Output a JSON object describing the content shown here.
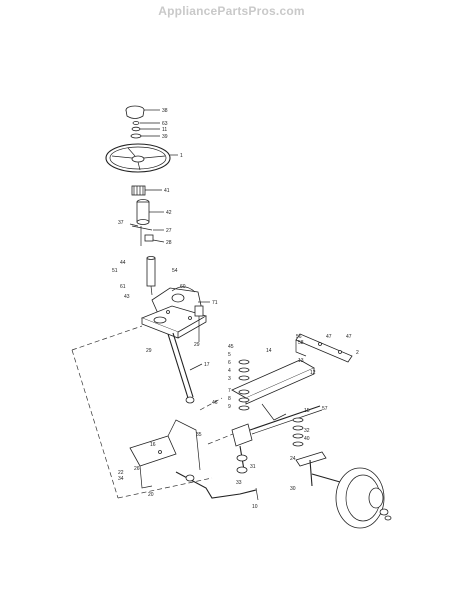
{
  "watermark": "AppliancePartsPros.com",
  "callouts": [
    "38",
    "63",
    "11",
    "39",
    "1",
    "41",
    "42",
    "37",
    "27",
    "28",
    "44",
    "51",
    "54",
    "61",
    "60",
    "43",
    "71",
    "29",
    "17",
    "45",
    "5",
    "6",
    "4",
    "3",
    "7",
    "8",
    "9",
    "46",
    "57",
    "13",
    "47",
    "2",
    "12",
    "14",
    "15",
    "32",
    "40",
    "16",
    "35",
    "10",
    "56",
    "58",
    "22",
    "26",
    "34",
    "20",
    "24",
    "30",
    "33",
    "31"
  ]
}
